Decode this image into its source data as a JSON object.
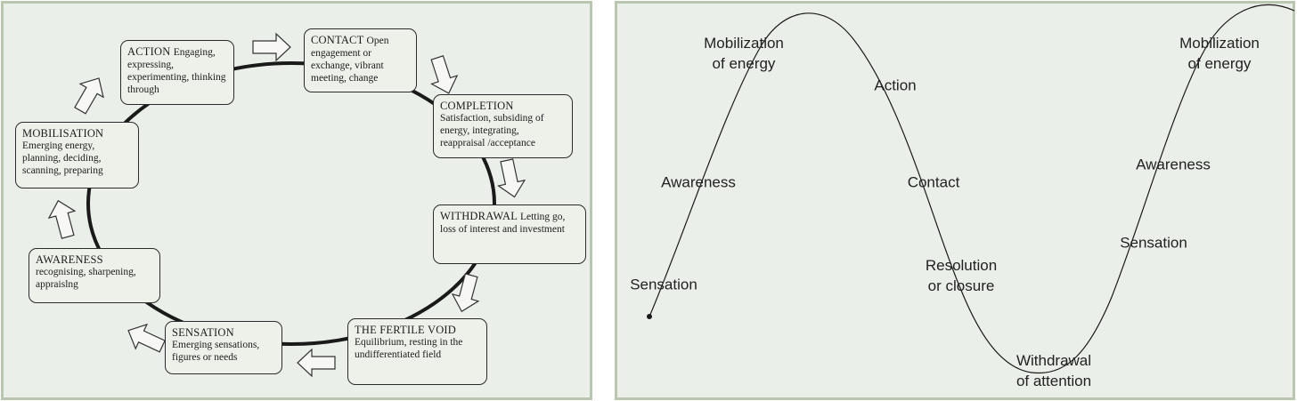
{
  "cycle": {
    "stages": [
      {
        "id": "contact",
        "title": "CONTACT",
        "desc": "Open engagement or exchange, vibrant meeting, change"
      },
      {
        "id": "completion",
        "title": "COMPLETION",
        "desc": "Satisfaction, subsiding of energy, integrating, reappraisal /acceptance"
      },
      {
        "id": "withdrawal",
        "title": "WITHDRAWAL",
        "desc": "Letting go, loss of interest and investment"
      },
      {
        "id": "fertile-void",
        "title": "THE FERTILE VOID",
        "desc": "Equilibrium, resting in the undifferentiated field"
      },
      {
        "id": "sensation",
        "title": "SENSATION",
        "desc": "Emerging sensations, figures or needs"
      },
      {
        "id": "awareness",
        "title": "AWARENESS",
        "desc": "recognising, sharpening, appraislng"
      },
      {
        "id": "mobilisation",
        "title": "MOBILISATION",
        "desc": "Emerging energy, planning, deciding, scanning, preparing"
      },
      {
        "id": "action",
        "title": "ACTION",
        "desc": "Engaging, expressing, experimenting, thinking through"
      }
    ]
  },
  "wave": {
    "labels": [
      {
        "id": "sensation-1",
        "text": "Sensation"
      },
      {
        "id": "awareness-1",
        "text": "Awareness"
      },
      {
        "id": "mobilization-1",
        "text": "Mobilization\nof energy"
      },
      {
        "id": "action",
        "text": "Action"
      },
      {
        "id": "contact",
        "text": "Contact"
      },
      {
        "id": "resolution",
        "text": "Resolution\nor closure"
      },
      {
        "id": "withdrawal",
        "text": "Withdrawal\nof attention"
      },
      {
        "id": "sensation-2",
        "text": "Sensation"
      },
      {
        "id": "awareness-2",
        "text": "Awareness"
      },
      {
        "id": "mobilization-2",
        "text": "Mobilization\nof energy"
      }
    ]
  },
  "colors": {
    "panel_bg": "#ebefe9",
    "panel_border": "#b9c7b1",
    "line": "#1a1a1a"
  }
}
